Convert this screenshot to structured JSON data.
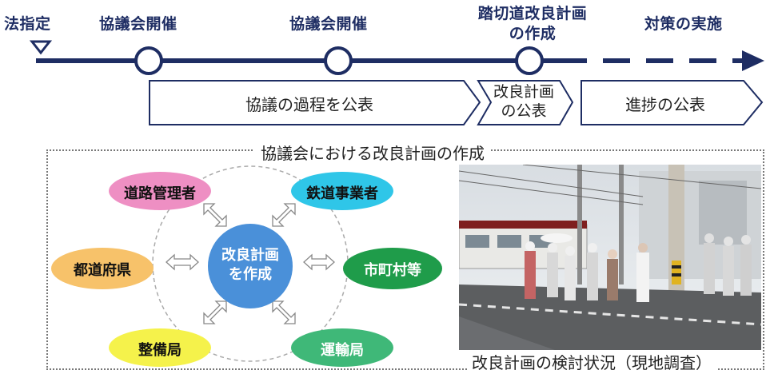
{
  "timeline": {
    "milestones": [
      {
        "label": "法指定"
      },
      {
        "label": "協議会開催"
      },
      {
        "label": "協議会開催"
      },
      {
        "label": "踏切道改良計画\nの作成"
      },
      {
        "label": "対策の実施"
      }
    ]
  },
  "phases": {
    "process_disclosure": "協議の過程を公表",
    "plan_disclosure": "改良計画\nの公表",
    "progress_disclosure": "進捗の公表"
  },
  "council": {
    "title": "協議会における改良計画の作成",
    "center": "改良計画\nを作成",
    "stakeholders": [
      {
        "label": "道路管理者",
        "color": "#ee8fc3"
      },
      {
        "label": "鉄道事業者",
        "color": "#2fc6e8"
      },
      {
        "label": "都道府県",
        "color": "#f7c26a"
      },
      {
        "label": "市町村等",
        "color": "#1f9c4a"
      },
      {
        "label": "整備局",
        "color": "#f5f24b"
      },
      {
        "label": "運輸局",
        "color": "#3fb878"
      }
    ],
    "center_color": "#4a90d9",
    "photo_caption": "改良計画の検討状況（現地調査）"
  }
}
